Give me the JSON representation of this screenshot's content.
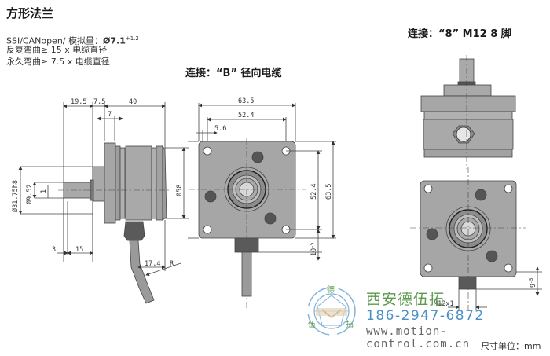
{
  "title": "方形法兰",
  "specs": {
    "line1_prefix": "SSI/CANopen/ 模拟量：",
    "line1_value": "Ø7.1",
    "line1_sup": "+1.2",
    "line2": "反复弯曲≥ 15 x 电缆直径",
    "line3": "永久弯曲≥ 7.5 x 电缆直径"
  },
  "sections": {
    "radial_cable": "连接：“B” 径向电缆",
    "m12_connector": "连接：“8” M12 8 脚"
  },
  "side_view_dims": {
    "d1": "19.5",
    "d2": "7.5",
    "d3": "40",
    "d4": "7",
    "shaft_dia": "Ø31.75h8",
    "hub_dia": "Ø9.52",
    "flat": "1",
    "body_dia": "Ø58",
    "d5": "3",
    "d6": "15",
    "cable_offset": "17.4",
    "bend_radius": "R"
  },
  "front_view_dims": {
    "width_outer": "63.5",
    "width_inner": "52.4",
    "hole_offset": "5.6",
    "height_inner": "52.4",
    "height_outer": "63.5",
    "cable_gland": "10",
    "cable_gland_tol": "-5"
  },
  "connector_view_dims": {
    "connector_offset": "9",
    "connector_tol": "-5",
    "thread": "M12x1"
  },
  "watermark": {
    "company": "西安德伍拓",
    "phone": "186-2947-6872",
    "url": "www.motion-control.com.cn",
    "logo_chars": [
      "德",
      "伍",
      "拓"
    ]
  },
  "unit_note": "尺寸单位：mm",
  "colors": {
    "body_gray": "#a9a9a9",
    "dark_gray": "#5a5a5a",
    "line": "#444444",
    "brand_green": "#5a9a4e",
    "brand_blue": "#4a90c8"
  }
}
